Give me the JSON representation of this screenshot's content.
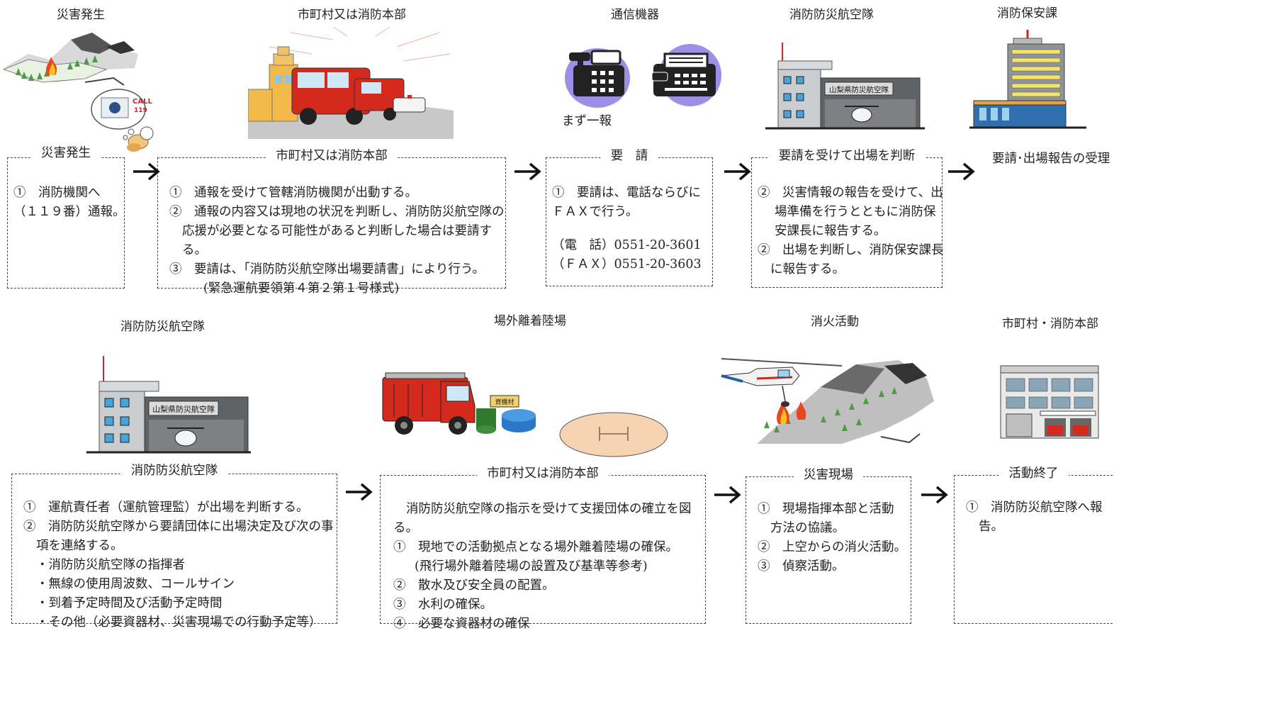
{
  "top_row": {
    "s1": {
      "title": "災害発生",
      "box_title": "災害発生",
      "lines": [
        "①　消防機関へ",
        "（１１９番）通報。"
      ]
    },
    "s2": {
      "title": "市町村又は消防本部",
      "box_title": "市町村又は消防本部",
      "lines": [
        "①　通報を受けて管轄消防機関が出動する。",
        "②　通報の内容又は現地の状況を判断し、消防防災航空隊の",
        "応援が必要となる可能性があると判断した場合は要請す",
        "る。",
        "③　要請は、「消防防災航空隊出場要請書」により行う。",
        "(緊急運航要領第４第２第１号様式)"
      ]
    },
    "s3": {
      "title": "通信機器",
      "caption": "まず一報",
      "box_title": "要　請",
      "lines": [
        "①　要請は、電話ならびに",
        "ＦＡＸで行う。",
        "（電　話）0551-20-3601",
        "（ＦＡＸ）0551-20-3603"
      ]
    },
    "s4": {
      "title": "消防防災航空隊",
      "sign": "山梨県防災航空隊",
      "box_title": "要請を受けて出場を判断",
      "lines": [
        "②　災害情報の報告を受けて、出",
        "場準備を行うとともに消防保",
        "安課長に報告する。",
        "②　出場を判断し、消防保安課長",
        "に報告する。"
      ]
    },
    "s5": {
      "title": "消防保安課",
      "label": "要請･出場報告の受理"
    }
  },
  "bottom_row": {
    "s6": {
      "title": "消防防災航空隊",
      "sign": "山梨県防災航空隊",
      "box_title": "消防防災航空隊",
      "lines": [
        "①　運航責任者（運航管理監）が出場を判断する。",
        "②　消防防災航空隊から要請団体に出場決定及び次の事",
        "項を連絡する。",
        "・消防防災航空隊の指揮者",
        "・無線の使用周波数、コールサイン",
        "・到着予定時間及び活動予定時間",
        "・その他（必要資器材、災害現場での行動予定等）"
      ]
    },
    "s7": {
      "title": "場外離着陸場",
      "crate": "資機材",
      "box_title": "市町村又は消防本部",
      "lines": [
        "消防防災航空隊の指示を受けて支援団体の確立を図",
        "る。",
        "①　現地での活動拠点となる場外離着陸場の確保。",
        "(飛行場外離着陸場の設置及び基準等参考)",
        "②　散水及び安全員の配置。",
        "③　水利の確保。",
        "④　必要な資器材の確保"
      ]
    },
    "s8": {
      "title": "消火活動",
      "box_title": "災害現場",
      "lines": [
        "①　現場指揮本部と活動",
        "方法の協議。",
        "②　上空からの消火活動。",
        "③　偵察活動。"
      ]
    },
    "s9": {
      "title": "市町村・消防本部",
      "box_title": "活動終了",
      "lines": [
        "①　消防防災航空隊へ報",
        "告。"
      ]
    }
  },
  "icons": [
    "wildfire-icon",
    "call-119-icon",
    "fire-station-icon",
    "telephone-icon",
    "fax-icon",
    "air-corps-building-icon",
    "office-tower-icon",
    "fire-truck-icon",
    "helipad-icon",
    "helicopter-firefight-icon",
    "municipal-station-icon",
    "arrow-right-icon"
  ],
  "colors": {
    "fire_red": "#d42a1e",
    "phone_purple": "#9b8fe6",
    "tree_green": "#4f9a45",
    "helipad_peach": "#f6d3b3",
    "building_gray": "#8e9498",
    "window_blue": "#4aa3d8"
  }
}
